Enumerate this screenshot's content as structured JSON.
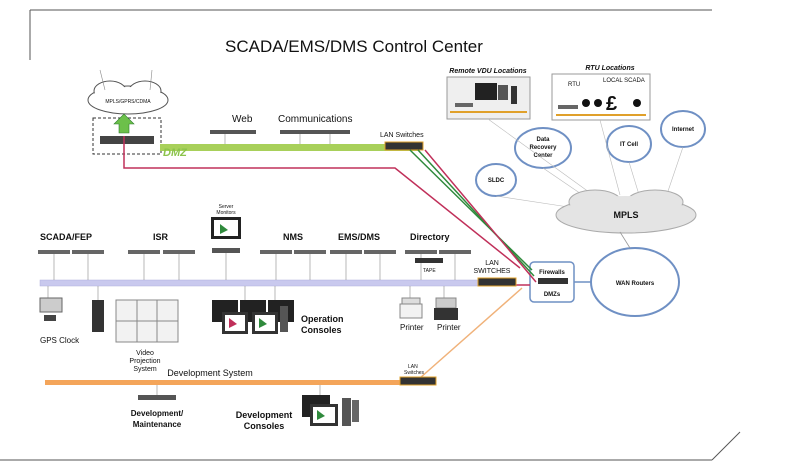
{
  "title": "SCADA/EMS/DMS  Control Center",
  "dmz": {
    "label": "DMZ",
    "web": "Web",
    "communications": "Communications",
    "lan_switches": "LAN  Switches"
  },
  "cloud_top": {
    "label": "MPLS/GPRS/CDMA"
  },
  "remote_vdu": {
    "title": "Remote VDU Locations"
  },
  "rtu": {
    "title": "RTU Locations",
    "rtu": "RTU",
    "local_scada": "LOCAL SCADA"
  },
  "sites": {
    "drc": [
      "Data",
      "Recovery",
      "Center"
    ],
    "it_cell": "IT Cell",
    "internet": "Internet",
    "sldc": "SLDC"
  },
  "mpls": "MPLS",
  "wan_routers": "WAN Routers",
  "firewalls": "Firewalls",
  "dmzs": "DMZs",
  "lan_switches_main": [
    "LAN",
    "SWITCHES"
  ],
  "servers": {
    "scada_fep": "SCADA/FEP",
    "isr": "ISR",
    "nms": "NMS",
    "ems_dms": "EMS/DMS",
    "directory": "Directory",
    "server_monitors": [
      "Server",
      "Monitors"
    ],
    "tape": "TAPE"
  },
  "devices": {
    "gps_clock": "GPS Clock",
    "video_projection": [
      "Video",
      "Projection",
      "System"
    ],
    "operation_consoles": [
      "Operation",
      "Consoles"
    ],
    "printer1": "Printer",
    "printer2": "Printer"
  },
  "dev": {
    "system": "Development System",
    "switches": [
      "LAN",
      "Switches"
    ],
    "maintenance": [
      "Development/",
      "Maintenance"
    ],
    "consoles": [
      "Development",
      "Consoles"
    ]
  },
  "colors": {
    "dmz_bus": "#a8d05a",
    "main_bus": "#c9c9ee",
    "dev_bus": "#f4a55a",
    "mpls_cloud": "#e4e4e4",
    "link_red": "#c0305a",
    "link_green": "#2f8a3c",
    "link_orange": "#f0b27a",
    "ring": "#6f90c4"
  }
}
